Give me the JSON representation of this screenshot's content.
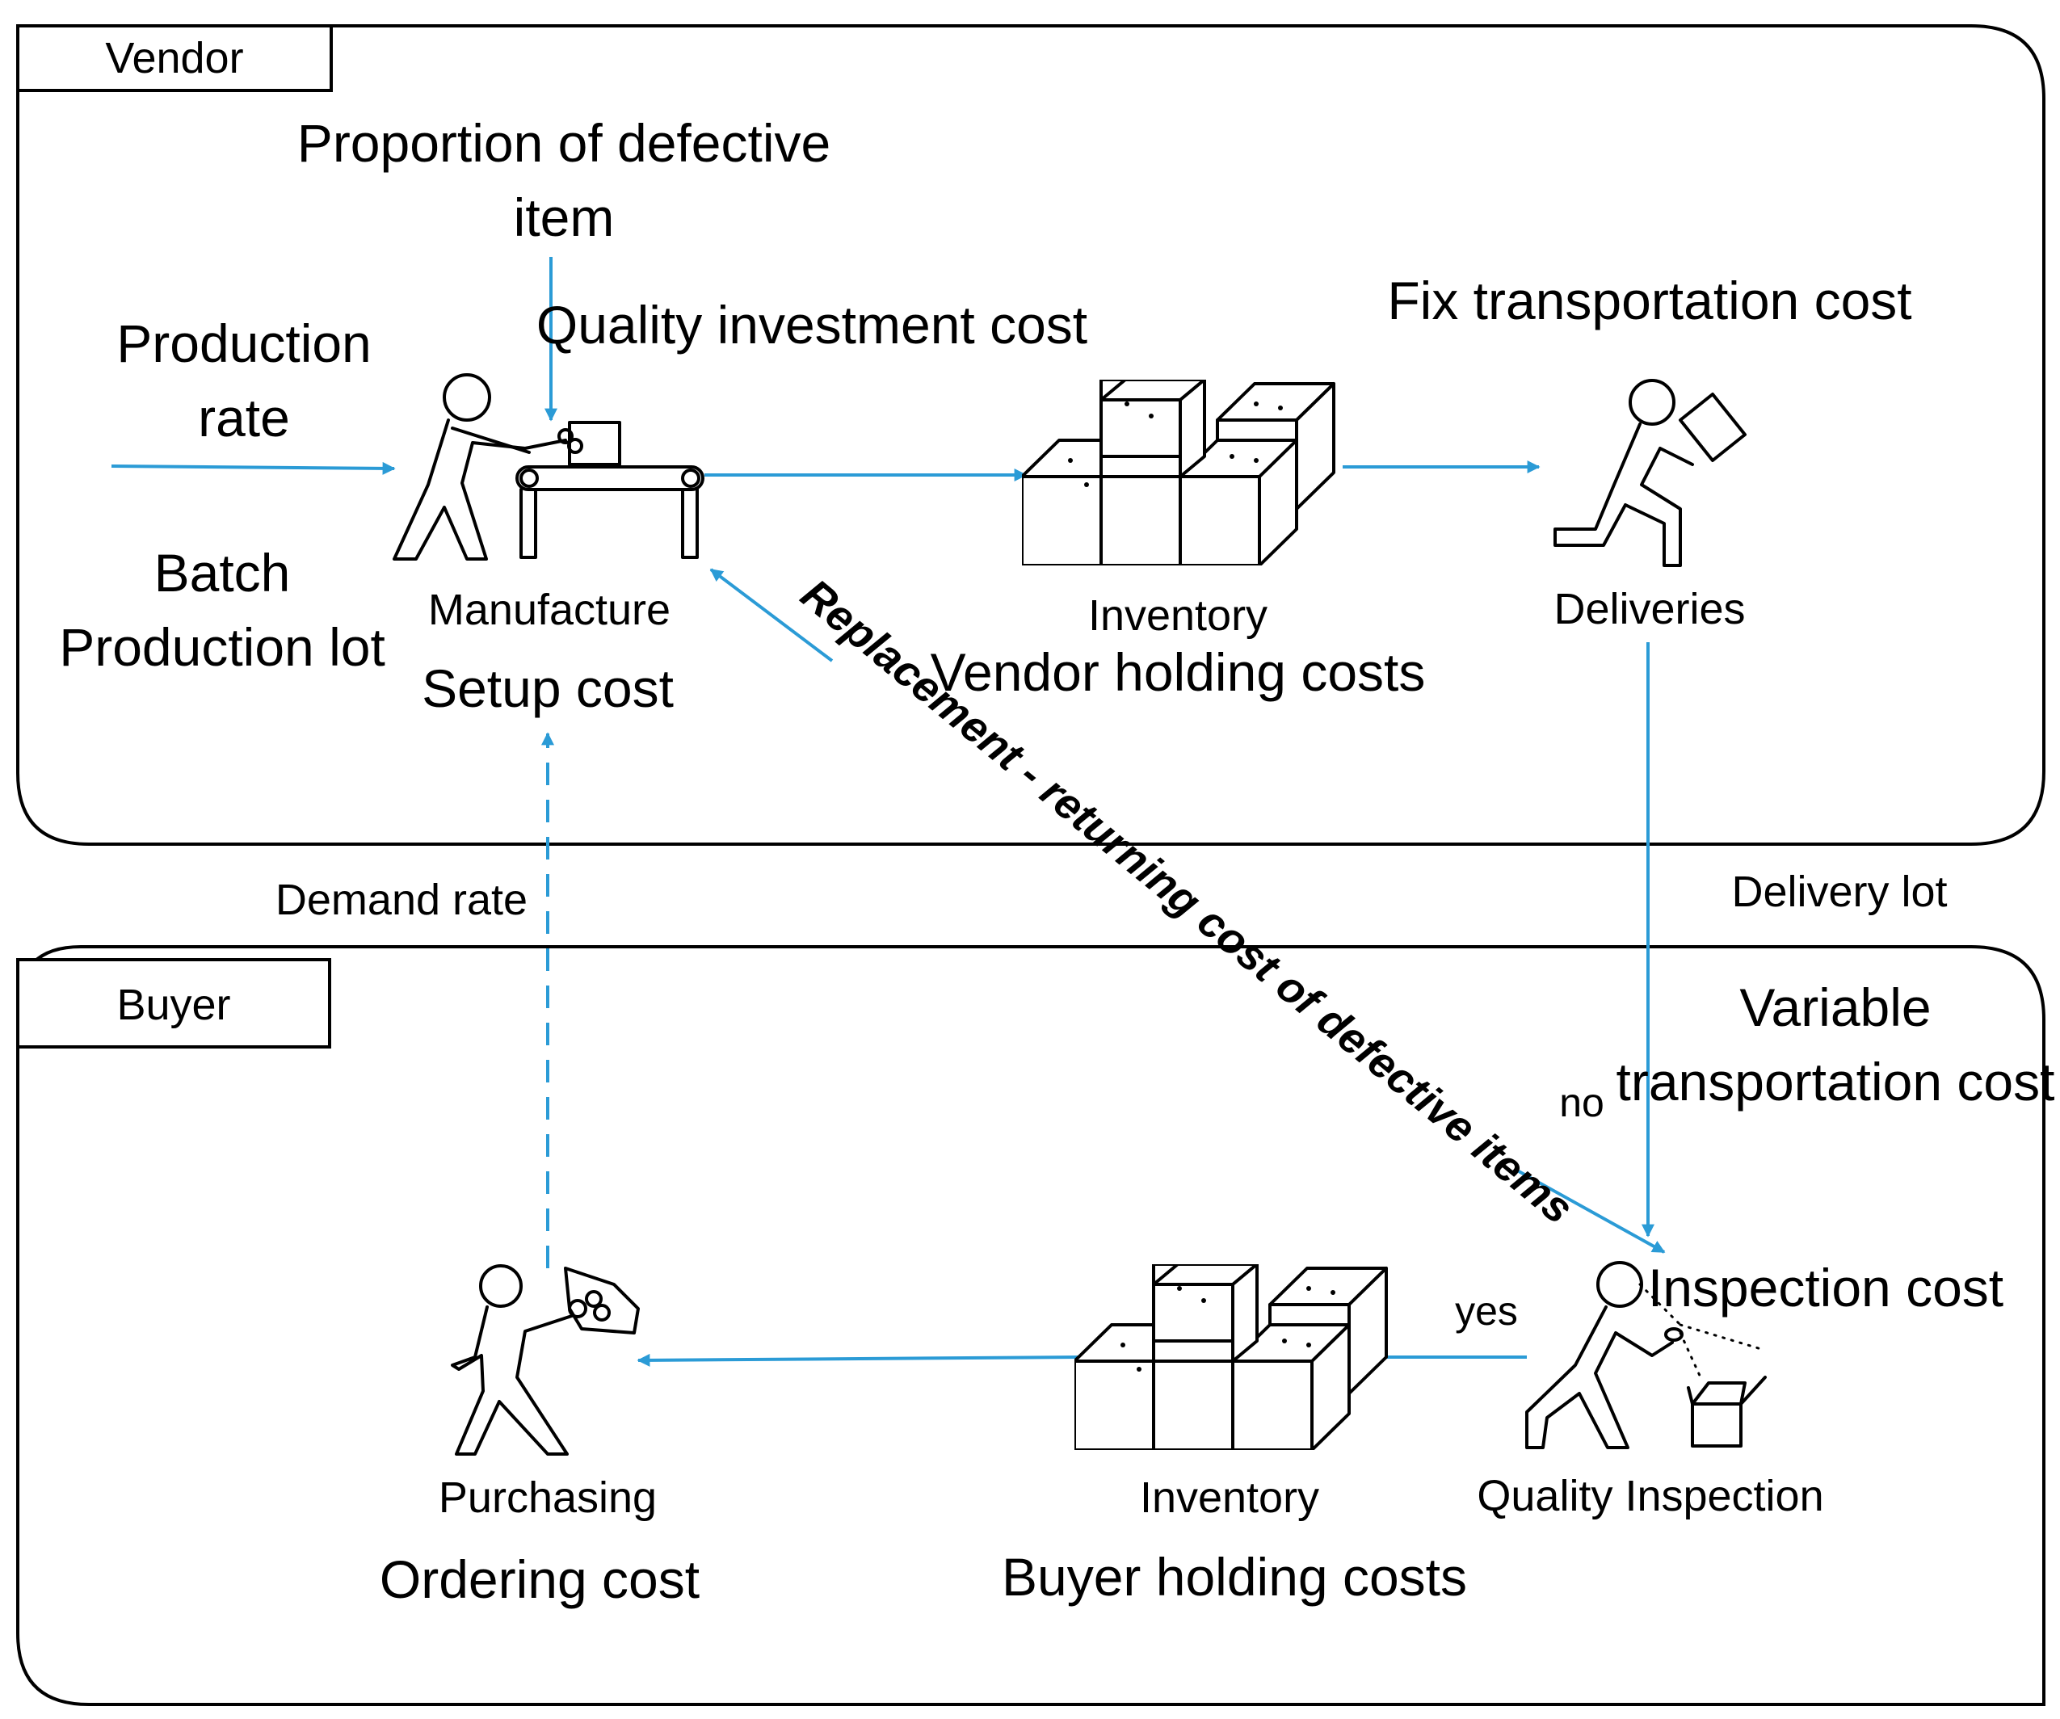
{
  "colors": {
    "flow": "#2b9bd6",
    "ink": "#000000",
    "background": "#ffffff"
  },
  "vendor": {
    "tab": "Vendor",
    "labels": {
      "proportion_defective_1": "Proportion of defective",
      "proportion_defective_2": "item",
      "production_rate_1": "Production",
      "production_rate_2": "rate",
      "batch_1": "Batch",
      "batch_2": "Production lot",
      "quality_investment": "Quality investment cost",
      "manufacture": "Manufacture",
      "setup_cost": "Setup cost",
      "inventory": "Inventory",
      "vendor_holding": "Vendor holding costs",
      "fix_transport": "Fix transportation cost",
      "deliveries": "Deliveries"
    },
    "icons": [
      "worker-conveyor-icon",
      "box-stack-icon",
      "delivery-person-icon"
    ]
  },
  "between": {
    "demand_rate": "Demand rate",
    "delivery_lot": "Delivery lot",
    "replacement": "Replacement - returning cost of defective items"
  },
  "buyer": {
    "tab": "Buyer",
    "labels": {
      "variable_transport_1": "Variable",
      "variable_transport_2": "transportation cost",
      "no": "no",
      "yes": "yes",
      "inspection_cost": "Inspection cost",
      "quality_inspection": "Quality Inspection",
      "inventory": "Inventory",
      "buyer_holding": "Buyer holding costs",
      "purchasing": "Purchasing",
      "ordering_cost": "Ordering cost"
    },
    "icons": [
      "purchasing-person-icon",
      "box-stack-icon",
      "inspector-icon"
    ]
  }
}
